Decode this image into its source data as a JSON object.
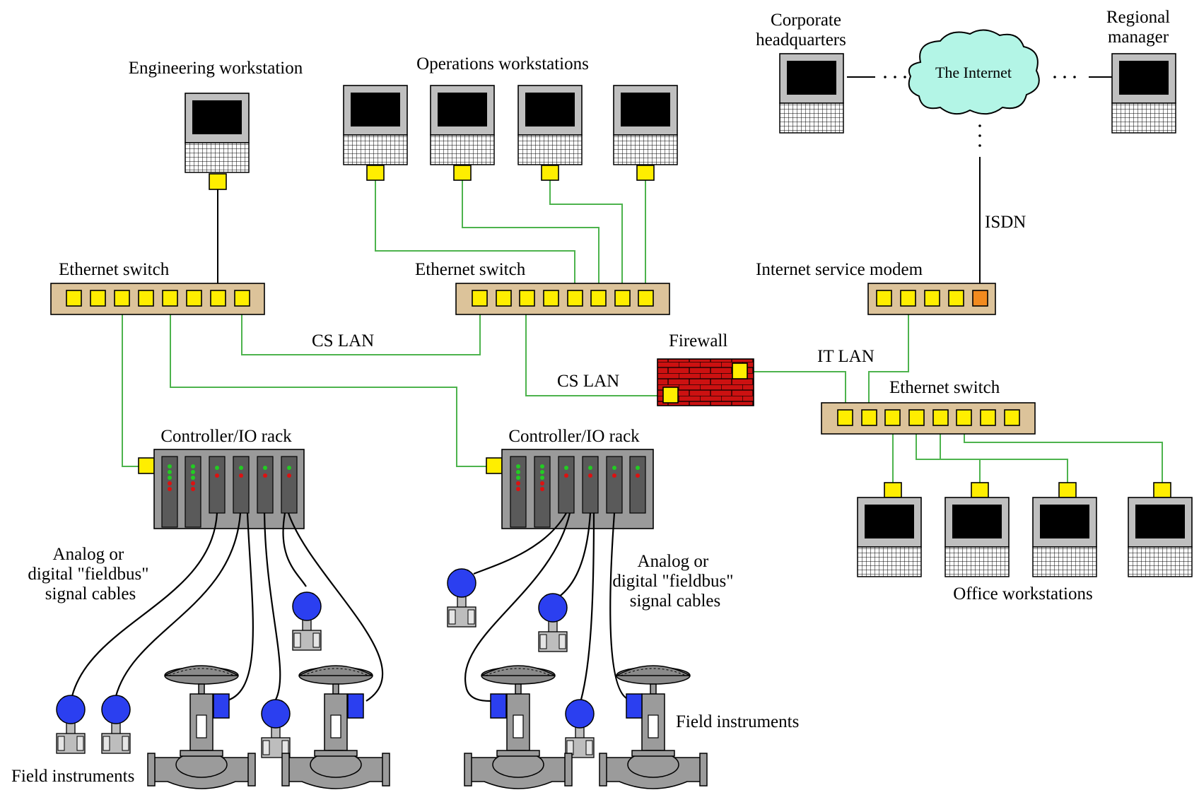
{
  "labels": {
    "engineering_workstation": "Engineering workstation",
    "operations_workstations": "Operations workstations",
    "corporate_hq_line1": "Corporate",
    "corporate_hq_line2": "headquarters",
    "regional_manager_line1": "Regional",
    "regional_manager_line2": "manager",
    "internet": "The Internet",
    "isdn": "ISDN",
    "ethernet_switch_1": "Ethernet switch",
    "ethernet_switch_2": "Ethernet switch",
    "ethernet_switch_3": "Ethernet switch",
    "internet_service_modem": "Internet service modem",
    "cs_lan_1": "CS LAN",
    "cs_lan_2": "CS LAN",
    "firewall": "Firewall",
    "it_lan": "IT LAN",
    "controller_rack_1": "Controller/IO rack",
    "controller_rack_2": "Controller/IO rack",
    "signal_cables_1": [
      "Analog or",
      "digital \"fieldbus\"",
      "signal cables"
    ],
    "signal_cables_2": [
      "Analog or",
      "digital \"fieldbus\"",
      "signal cables"
    ],
    "field_instruments_1": "Field instruments",
    "field_instruments_2": "Field instruments",
    "office_workstations": "Office workstations"
  },
  "colors": {
    "network_link": "#4db34d",
    "port": "#ffee00",
    "modem_isdn_port": "#f28a1e",
    "switch": "#dcc39a",
    "firewall": "#cc1111",
    "internet_cloud": "#b3f5e6",
    "transmitter_head": "#2b3ff0"
  },
  "icons": {
    "workstation": "workstation-icon",
    "switch": "ethernet-switch-icon",
    "firewall": "brick-wall-icon",
    "cloud": "cloud-icon",
    "rack": "controller-rack-icon",
    "transmitter": "pressure-transmitter-icon",
    "valve": "control-valve-icon"
  }
}
